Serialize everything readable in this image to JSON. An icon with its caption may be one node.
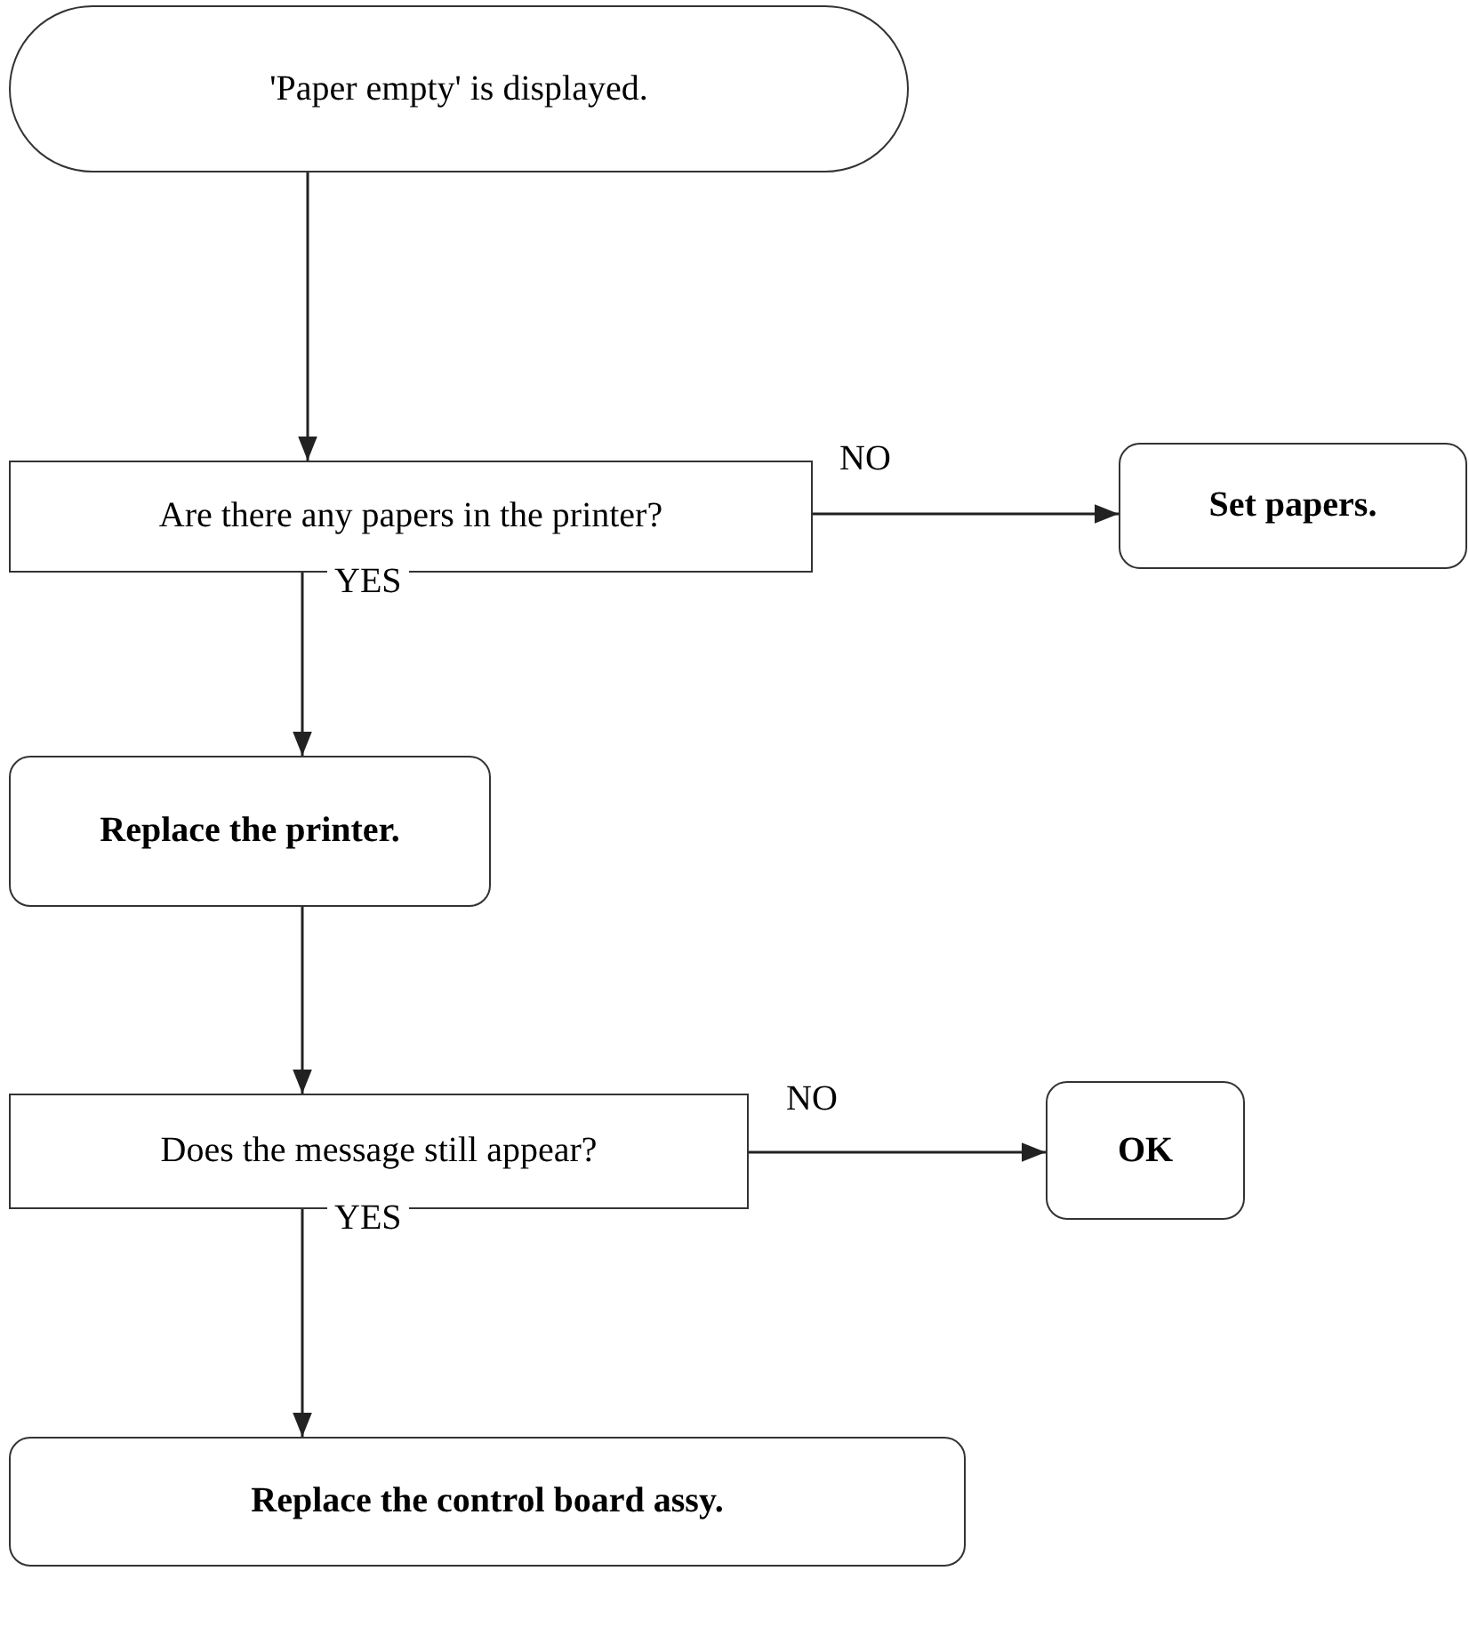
{
  "diagram": {
    "nodes": [
      {
        "text": [
          "'Paper empty' is displayed."
        ]
      },
      {
        "text": [
          "Are there any papers in the printer?"
        ]
      },
      {
        "text": [
          "Set papers."
        ]
      },
      {
        "text": [
          "Replace the printer."
        ]
      },
      {
        "text": [
          "Does the message still appear?"
        ]
      },
      {
        "text": [
          "OK"
        ]
      },
      {
        "text": [
          "Replace the control board assy."
        ]
      }
    ],
    "edges": [
      {
        "from": 0,
        "to": 1,
        "arrow": "to"
      },
      {
        "from": 1,
        "to": 2,
        "arrow": "to",
        "label": "NO"
      },
      {
        "from": 1,
        "to": 3,
        "arrow": "to",
        "label": "YES"
      },
      {
        "from": 3,
        "to": 4,
        "arrow": "to"
      },
      {
        "from": 4,
        "to": 5,
        "arrow": "to",
        "label": "NO"
      },
      {
        "from": 4,
        "to": 6,
        "arrow": "to",
        "label": "YES"
      }
    ]
  }
}
